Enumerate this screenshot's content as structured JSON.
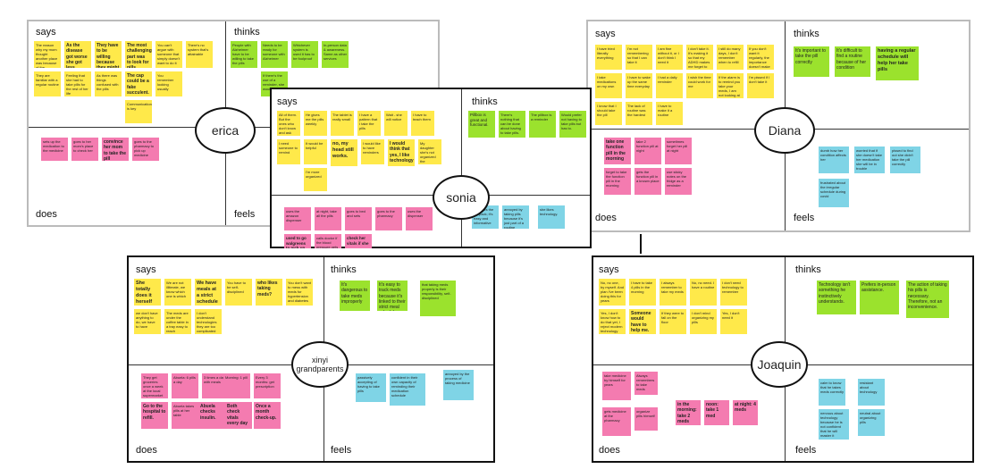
{
  "colors": {
    "says": "#ffe94a",
    "thinks": "#9be22d",
    "does": "#f47bb0",
    "feels": "#7fd4e6"
  },
  "quadrant_labels": {
    "says": "says",
    "thinks": "thinks",
    "does": "does",
    "feels": "feels"
  },
  "boards": {
    "erica": {
      "name": "erica",
      "says": [
        "The reason why my mom thought another place was because of the information",
        "As the disease got worse she got less compliant",
        "They have to be willing because they might get aggressive and defensive.",
        "The most challenging part was to look for pills",
        "You can't argue with someone that simply doesn't want to do it",
        "There's no system that's attainable",
        "They are familiar with a regular routine",
        "Feeling that she had to take pills for the rest of her life",
        "As there was things confused with the pills",
        "The cap could be a fake succulent.",
        "You remember looking usually",
        "Communication is key"
      ],
      "thinks": [
        "People with Alzheimer have to be willing to take the pills",
        "Needs to be ready for someone with Alzheimer",
        "Whichever system is used it has to be foolproof",
        "In-person data & awareness. Same as other services",
        "If there's the use of a reminder, she would"
      ],
      "does": [
        "sets up the medication to the medicine",
        "goes to her mom's place to check her",
        "convince her mom to take the pill",
        "goes to the pharmacy to pick up medicine"
      ],
      "feels": []
    },
    "sonia": {
      "name": "sonia",
      "says": [
        "All of them. But the ones who don't know and ask",
        "He gives me the pills weekly",
        "The tablet is really small",
        "I have a pattern that I take the pills",
        "Wait - she will notice",
        "I have to teach them",
        "I need someone to remind",
        "It would be helpful",
        "no, my head still works.",
        "I would like to have reminders",
        "I would think that yes, I like technology",
        "My daughter she's not organized the schedule",
        "I'm more organized"
      ],
      "thinks": [
        "Pillbox is great and functional.",
        "There's nothing that can be done about having to take pills.",
        "The pillbox is a reminder",
        "Would prefer not having to take pills but has to."
      ],
      "does": [
        "uses the amazon dispenser",
        "used to go walgreens to pick up",
        "at night, take all the pills",
        "calls doctor if the blood pressure gets high",
        "check her vitals if she",
        "goes to bed and sets",
        "goes to the pharmacy",
        "uses the dispenser"
      ],
      "feels": [
        "she likes the pill pack; it's easy and informative",
        "annoyed by taking pills because it's just part of a routine",
        "she likes technology."
      ]
    },
    "diana": {
      "name": "Diana",
      "says": [
        "I have tried literally everything",
        "I'm not remembering so that I can take it",
        "I am fine without it, or I don't think I need it",
        "I don't take it. It's making it so that my ADHD makes me forget to take",
        "I still do many days, I don't remember when to refill",
        "If you don't want it regularly, the importance doesn't make sense",
        "I take medications on my own",
        "I have to wake up the same time everyday",
        "I had a daily reminder",
        "I wish the time could work for me",
        "If the alarm is to remind you take your meds, I am not looking at it",
        "I'm pissed if I don't take it",
        "I know that I should take the pill",
        "The lack of routine was the hardest",
        "I have to make it a routine"
      ],
      "thinks": [
        "It's important to take the pill correctly",
        "It's difficult to find a routine because of her condition",
        "having a regular schedule will help her take pills"
      ],
      "does": [
        "take one function pill in the morning",
        "take 2 function pill at night",
        "sometimes forget her pill at night",
        "forget to take the function pill in the morning",
        "gets the function pill in a known place",
        "use sticky notes on the fridge as a reminder"
      ],
      "feels": [
        "dumb how her condition affects her",
        "worried that if she doesn't take her medication she will be in trouble",
        "pissed to find out she didn't take the pill correctly",
        "frustrated about the irregular schedule during covid"
      ]
    },
    "xinyi": {
      "name": "xinyi grandparents",
      "says": [
        "She totally does it herself",
        "We are not illiterate, we know which one is which",
        "We have meals at a strict schedule",
        "You have to be self-disciplined",
        "who likes taking meds?",
        "You don't want to mess with meds for hypertension and diabetes",
        "we don't have anything to do, we have to have",
        "The meds are under the coffee table in a tray easy to reach",
        "I don't understand technologies they are too complicated"
      ],
      "thinks": [
        "It's dangerous to take meds improperly",
        "It's easy to track meds because it's linked to their strict meal schedule",
        "that taking meds properly is their responsibility, self-disciplined"
      ],
      "does": [
        "They get groceries once a week at the local supermarket",
        "Abuela: 6 pills a day",
        "3 times a day with meals",
        "Morning: 1 pill",
        "Every 3 months: get prescription",
        "Go to the hospital to refill.",
        "Abuela takes pills at her table",
        "Abuela checks insulin.",
        "Both check vitals every day",
        "Once a month check-up."
      ],
      "feels": [
        "passively accepting of having to take pills",
        "confident in their own capacity of reminding their medication schedule",
        "annoyed by the process of taking medicine"
      ]
    },
    "joaquin": {
      "name": "Joaquin",
      "says": [
        "No, no one, by myself. And plan I've been doing this for years",
        "I have to take 4 pills in the morning",
        "I always remember to take my meds",
        "No, no need. I have a routine",
        "I don't need technology to remember",
        "Yes, I don't know how to do that yet, I reject modern technology",
        "Someone would have to help me.",
        "If they were to fall on the floor",
        "I don't mind organizing my pills",
        "Yes, I don't need it"
      ],
      "thinks": [
        "Technology isn't something he instinctively understands.",
        "Prefers in-person assistance.",
        "The action of taking his pills is necessary. Therefore, not an inconvenience."
      ],
      "does": [
        "take medicine by himself for years",
        "Always remembers to take meds",
        "gets medicine at the pharmacy",
        "organize pills himself",
        "in the morning: take 2 meds",
        "noon: take 1 med",
        "at night: 4 meds"
      ],
      "feels": [
        "calm to know that he takes meds correctly",
        "resistant about technology",
        "nervous about technology because he is not confident that he will master it",
        "neutral about organizing pills"
      ]
    }
  }
}
